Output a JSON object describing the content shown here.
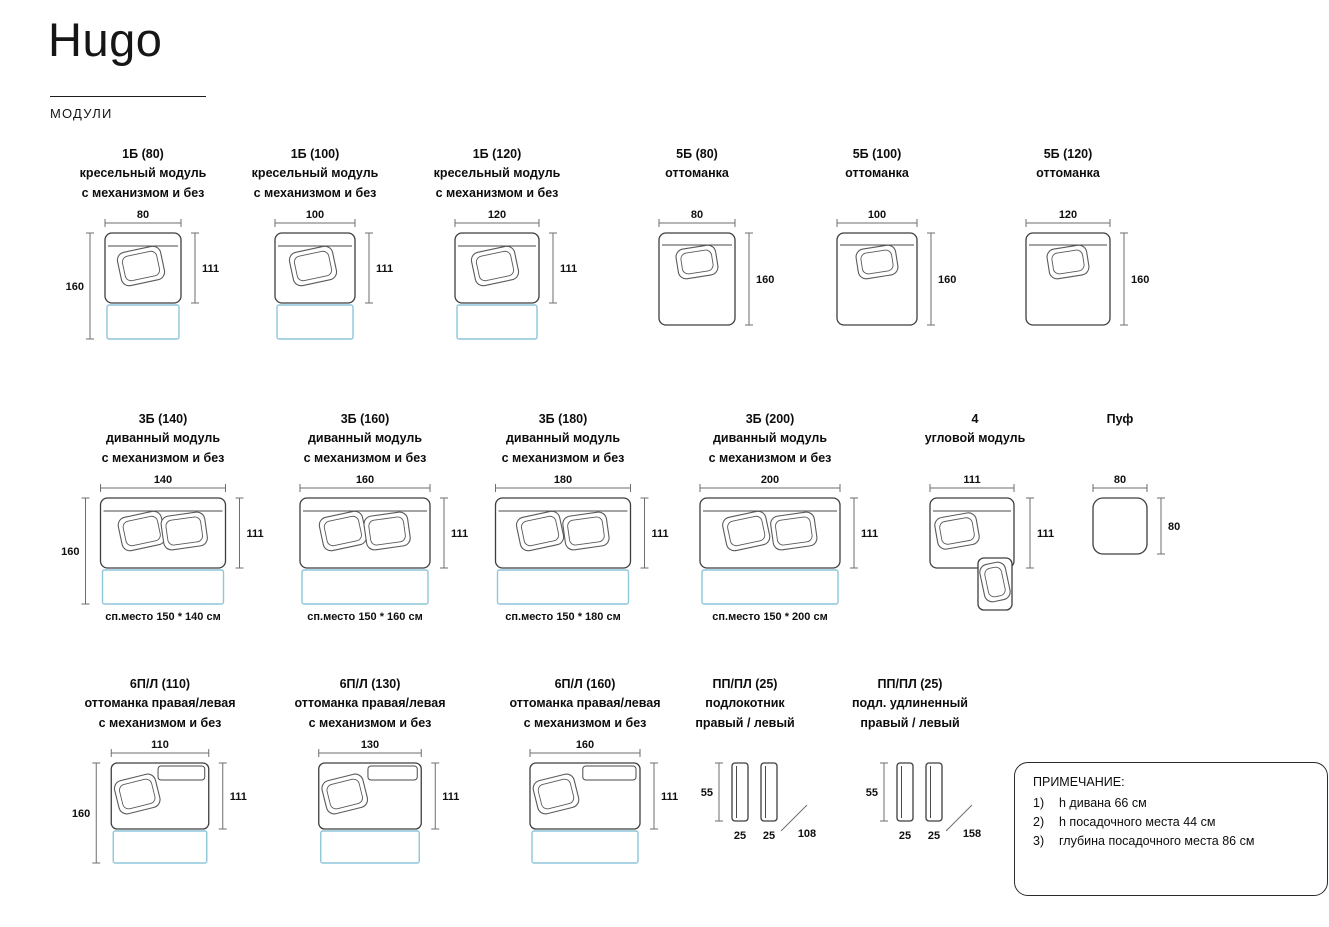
{
  "header": {
    "title": "Hugo",
    "subtitle": "МОДУЛИ"
  },
  "colors": {
    "mechanism_outline": "#8ec6da",
    "furniture_line": "#3e3e3e"
  },
  "rows": [
    [
      {
        "type": "armchair",
        "title": "1Б (80)",
        "subtitle": [
          "кресельный модуль",
          "с механизмом и без"
        ],
        "top": "80",
        "right": "111",
        "left": "160",
        "mech": true
      },
      {
        "type": "armchair",
        "title": "1Б (100)",
        "subtitle": [
          "кресельный модуль",
          "с механизмом и без"
        ],
        "top": "100",
        "right": "111",
        "mech": true
      },
      {
        "type": "armchair",
        "title": "1Б (120)",
        "subtitle": [
          "кресельный модуль",
          "с механизмом и без"
        ],
        "top": "120",
        "right": "111",
        "mech": true
      },
      {
        "type": "ottoman",
        "title": "5Б (80)",
        "subtitle": [
          "оттоманка"
        ],
        "top": "80",
        "right": "160"
      },
      {
        "type": "ottoman",
        "title": "5Б (100)",
        "subtitle": [
          "оттоманка"
        ],
        "top": "100",
        "right": "160"
      },
      {
        "type": "ottoman",
        "title": "5Б (120)",
        "subtitle": [
          "оттоманка"
        ],
        "top": "120",
        "right": "160"
      }
    ],
    [
      {
        "type": "sofa",
        "title": "3Б (140)",
        "subtitle": [
          "диванный модуль",
          "с механизмом и без"
        ],
        "top": "140",
        "right": "111",
        "left": "160",
        "mech": true,
        "caption": "сп.место 150 * 140 см"
      },
      {
        "type": "sofa",
        "title": "3Б (160)",
        "subtitle": [
          "диванный модуль",
          "с механизмом и без"
        ],
        "top": "160",
        "right": "111",
        "mech": true,
        "caption": "сп.место 150 * 160 см"
      },
      {
        "type": "sofa",
        "title": "3Б (180)",
        "subtitle": [
          "диванный модуль",
          "с механизмом и без"
        ],
        "top": "180",
        "right": "111",
        "mech": true,
        "caption": "сп.место 150 * 180 см"
      },
      {
        "type": "sofa",
        "title": "3Б (200)",
        "subtitle": [
          "диванный модуль",
          "с механизмом и без"
        ],
        "top": "200",
        "right": "111",
        "mech": true,
        "caption": "сп.место 150 * 200 см"
      },
      {
        "type": "corner",
        "title": "4",
        "subtitle": [
          "угловой модуль"
        ],
        "top": "111",
        "right": "111"
      },
      {
        "type": "pouf",
        "title": "Пуф",
        "subtitle": [],
        "top": "80",
        "right": "80"
      }
    ],
    [
      {
        "type": "chaise",
        "title": "6П/Л (110)",
        "subtitle": [
          "оттоманка правая/левая",
          "с механизмом и без"
        ],
        "top": "110",
        "right": "111",
        "left": "160",
        "mech": true
      },
      {
        "type": "chaise",
        "title": "6П/Л (130)",
        "subtitle": [
          "оттоманка правая/левая",
          "с механизмом и без"
        ],
        "top": "130",
        "right": "111",
        "mech": true
      },
      {
        "type": "chaise",
        "title": "6П/Л (160)",
        "subtitle": [
          "оттоманка правая/левая",
          "с механизмом и без"
        ],
        "top": "160",
        "right": "111",
        "mech": true
      },
      {
        "type": "armrest",
        "title": "ПП/ПЛ (25)",
        "subtitle": [
          "подлокотник",
          "правый / левый"
        ],
        "left": "55",
        "bottom": [
          "25",
          "25"
        ],
        "diag": "108"
      },
      {
        "type": "armrest",
        "title": "ПП/ПЛ (25)",
        "subtitle": [
          "подл. удлиненный",
          "правый / левый"
        ],
        "left": "55",
        "bottom": [
          "25",
          "25"
        ],
        "diag": "158"
      }
    ]
  ],
  "note": {
    "title": "ПРИМЕЧАНИЕ:",
    "items": [
      {
        "num": "1)",
        "text": "h дивана 66 см"
      },
      {
        "num": "2)",
        "text": "h посадочного места 44 см"
      },
      {
        "num": "3)",
        "text": "глубина посадочного места 86 см"
      }
    ]
  }
}
